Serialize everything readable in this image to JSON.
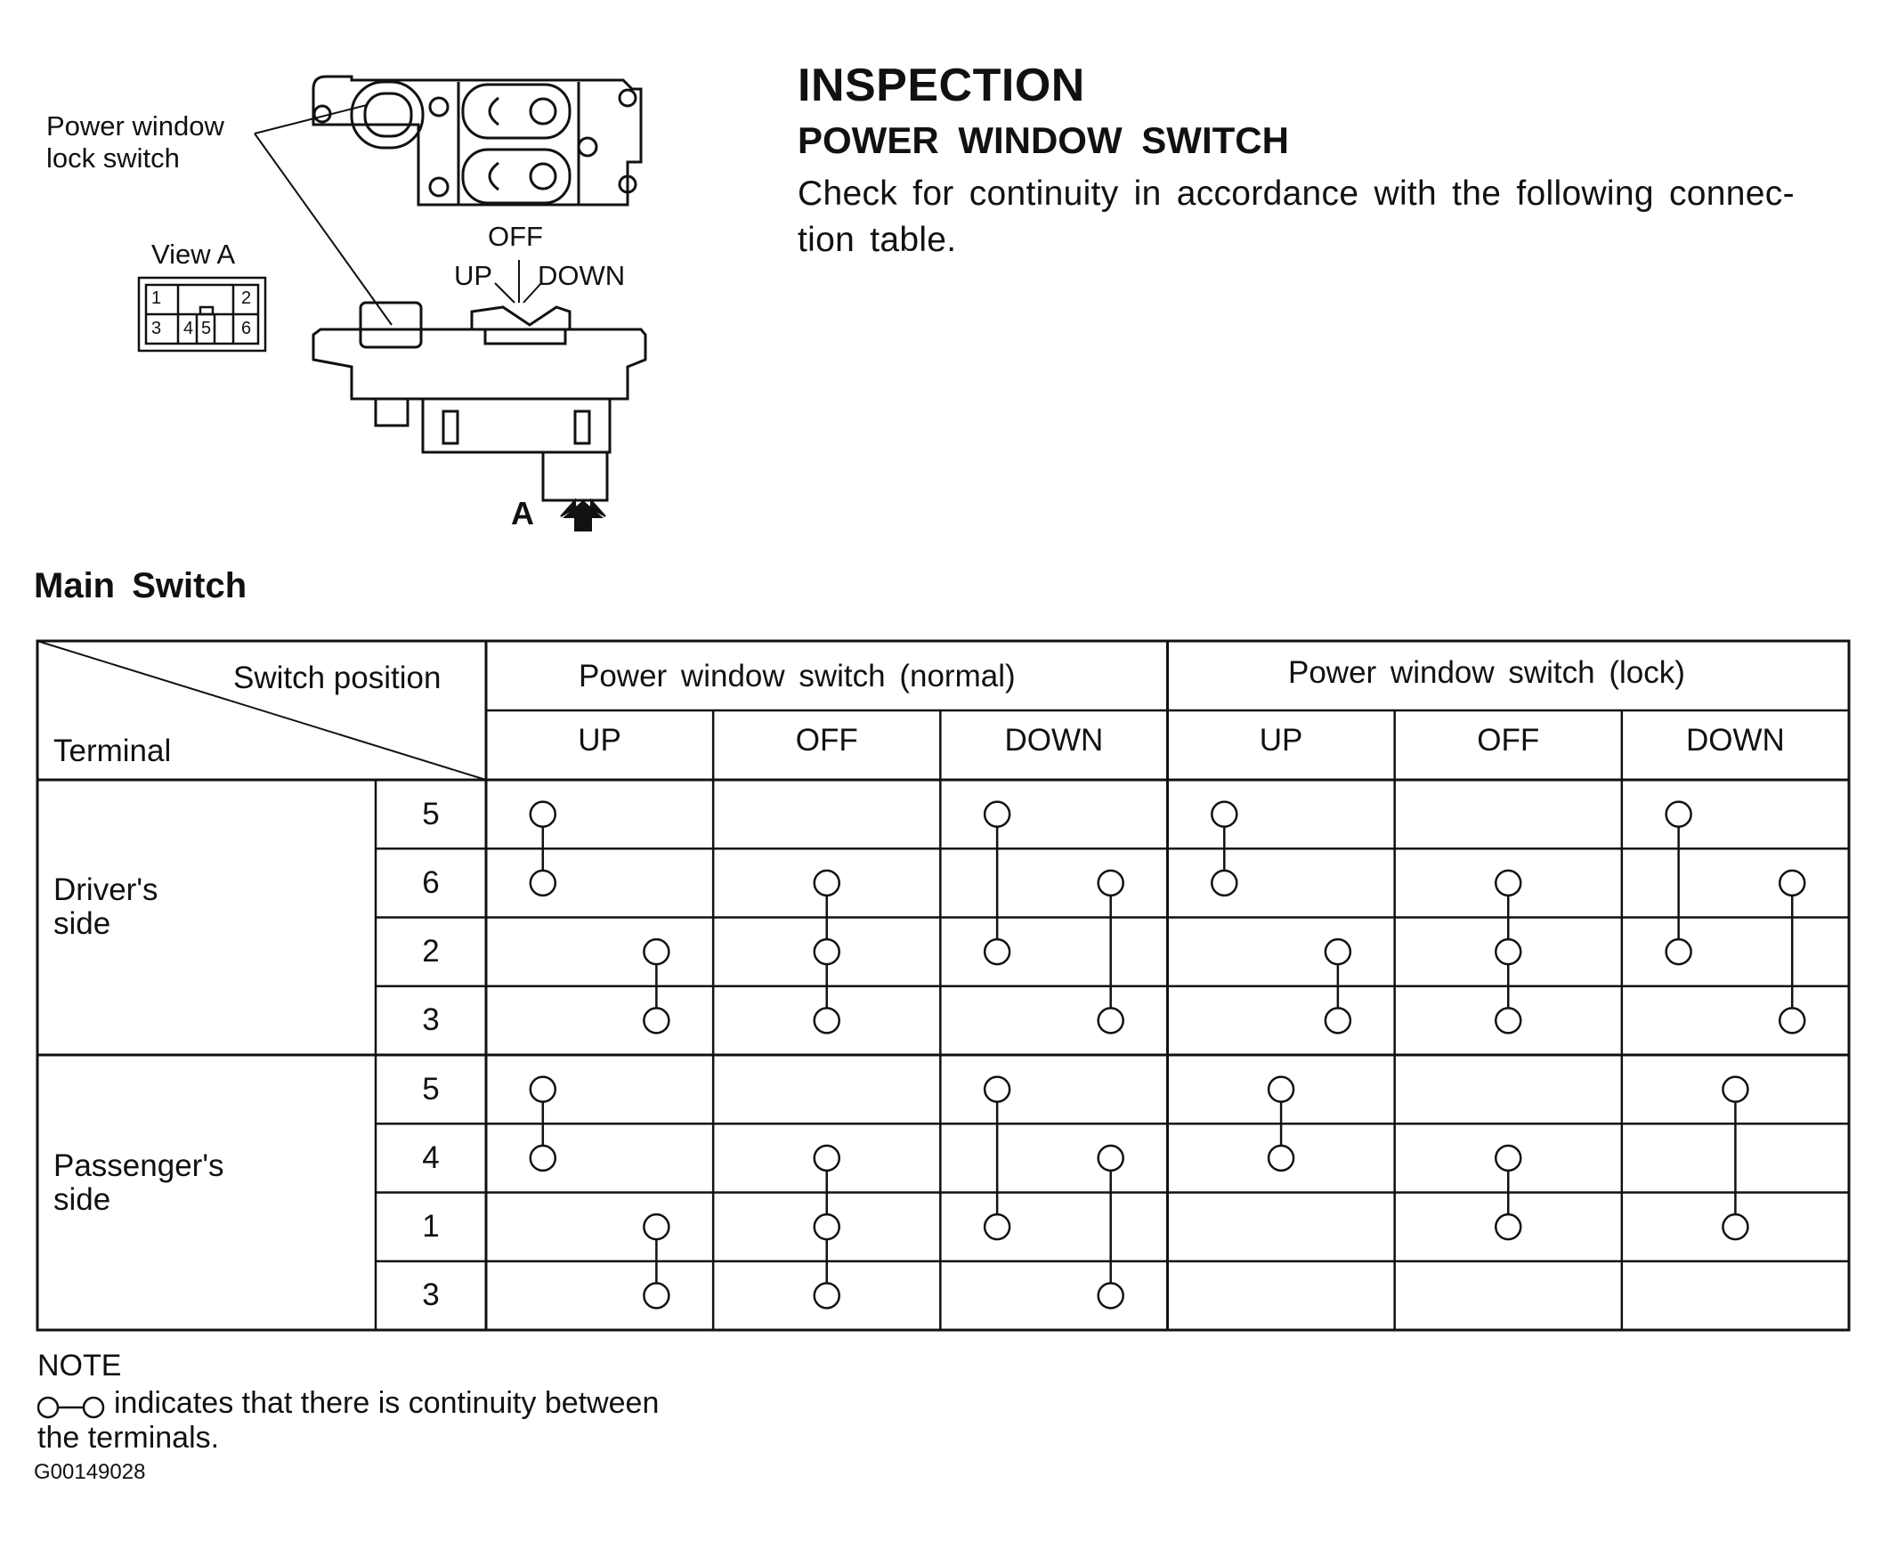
{
  "heading": "INSPECTION",
  "subheading": "POWER WINDOW SWITCH",
  "intro_line1": "Check for continuity in accordance with the following connec-",
  "intro_line2": "tion table.",
  "diagram": {
    "lock_label_1": "Power window",
    "lock_label_2": "lock switch",
    "view_label": "View A",
    "off_label": "OFF",
    "up_label": "UP",
    "down_label": "DOWN",
    "arrow_label": "A",
    "connector_pins": [
      "1",
      "2",
      "3",
      "4",
      "5",
      "6"
    ]
  },
  "table_title": "Main Switch",
  "table": {
    "corner_top": "Switch position",
    "corner_bottom": "Terminal",
    "groups": [
      "Power window switch (normal)",
      "Power window switch (lock)"
    ],
    "positions": [
      "UP",
      "OFF",
      "DOWN",
      "UP",
      "OFF",
      "DOWN"
    ],
    "sides": [
      {
        "name_line1": "Driver's",
        "name_line2": "side",
        "terminals": [
          "5",
          "6",
          "2",
          "3"
        ]
      },
      {
        "name_line1": "Passenger's",
        "name_line2": "side",
        "terminals": [
          "5",
          "4",
          "1",
          "3"
        ]
      }
    ],
    "continuity": [
      [
        [
          [
            0,
            1
          ],
          [
            2,
            3
          ]
        ],
        [
          [
            1,
            2,
            3
          ]
        ],
        [
          [
            0,
            2
          ],
          [
            1,
            3
          ]
        ],
        [
          [
            0,
            1
          ],
          [
            2,
            3
          ]
        ],
        [
          [
            1,
            2,
            3
          ]
        ],
        [
          [
            0,
            2
          ],
          [
            1,
            3
          ]
        ]
      ],
      [
        [
          [
            0,
            1
          ],
          [
            2,
            3
          ]
        ],
        [
          [
            1,
            2,
            3
          ]
        ],
        [
          [
            0,
            2
          ],
          [
            1,
            3
          ]
        ],
        [
          [
            0,
            1
          ]
        ],
        [
          [
            1,
            2
          ]
        ],
        [
          [
            0,
            2
          ]
        ]
      ]
    ]
  },
  "note_title": "NOTE",
  "note_line1": "indicates that there is continuity between",
  "note_line2": "the terminals.",
  "figure_code": "G00149028"
}
